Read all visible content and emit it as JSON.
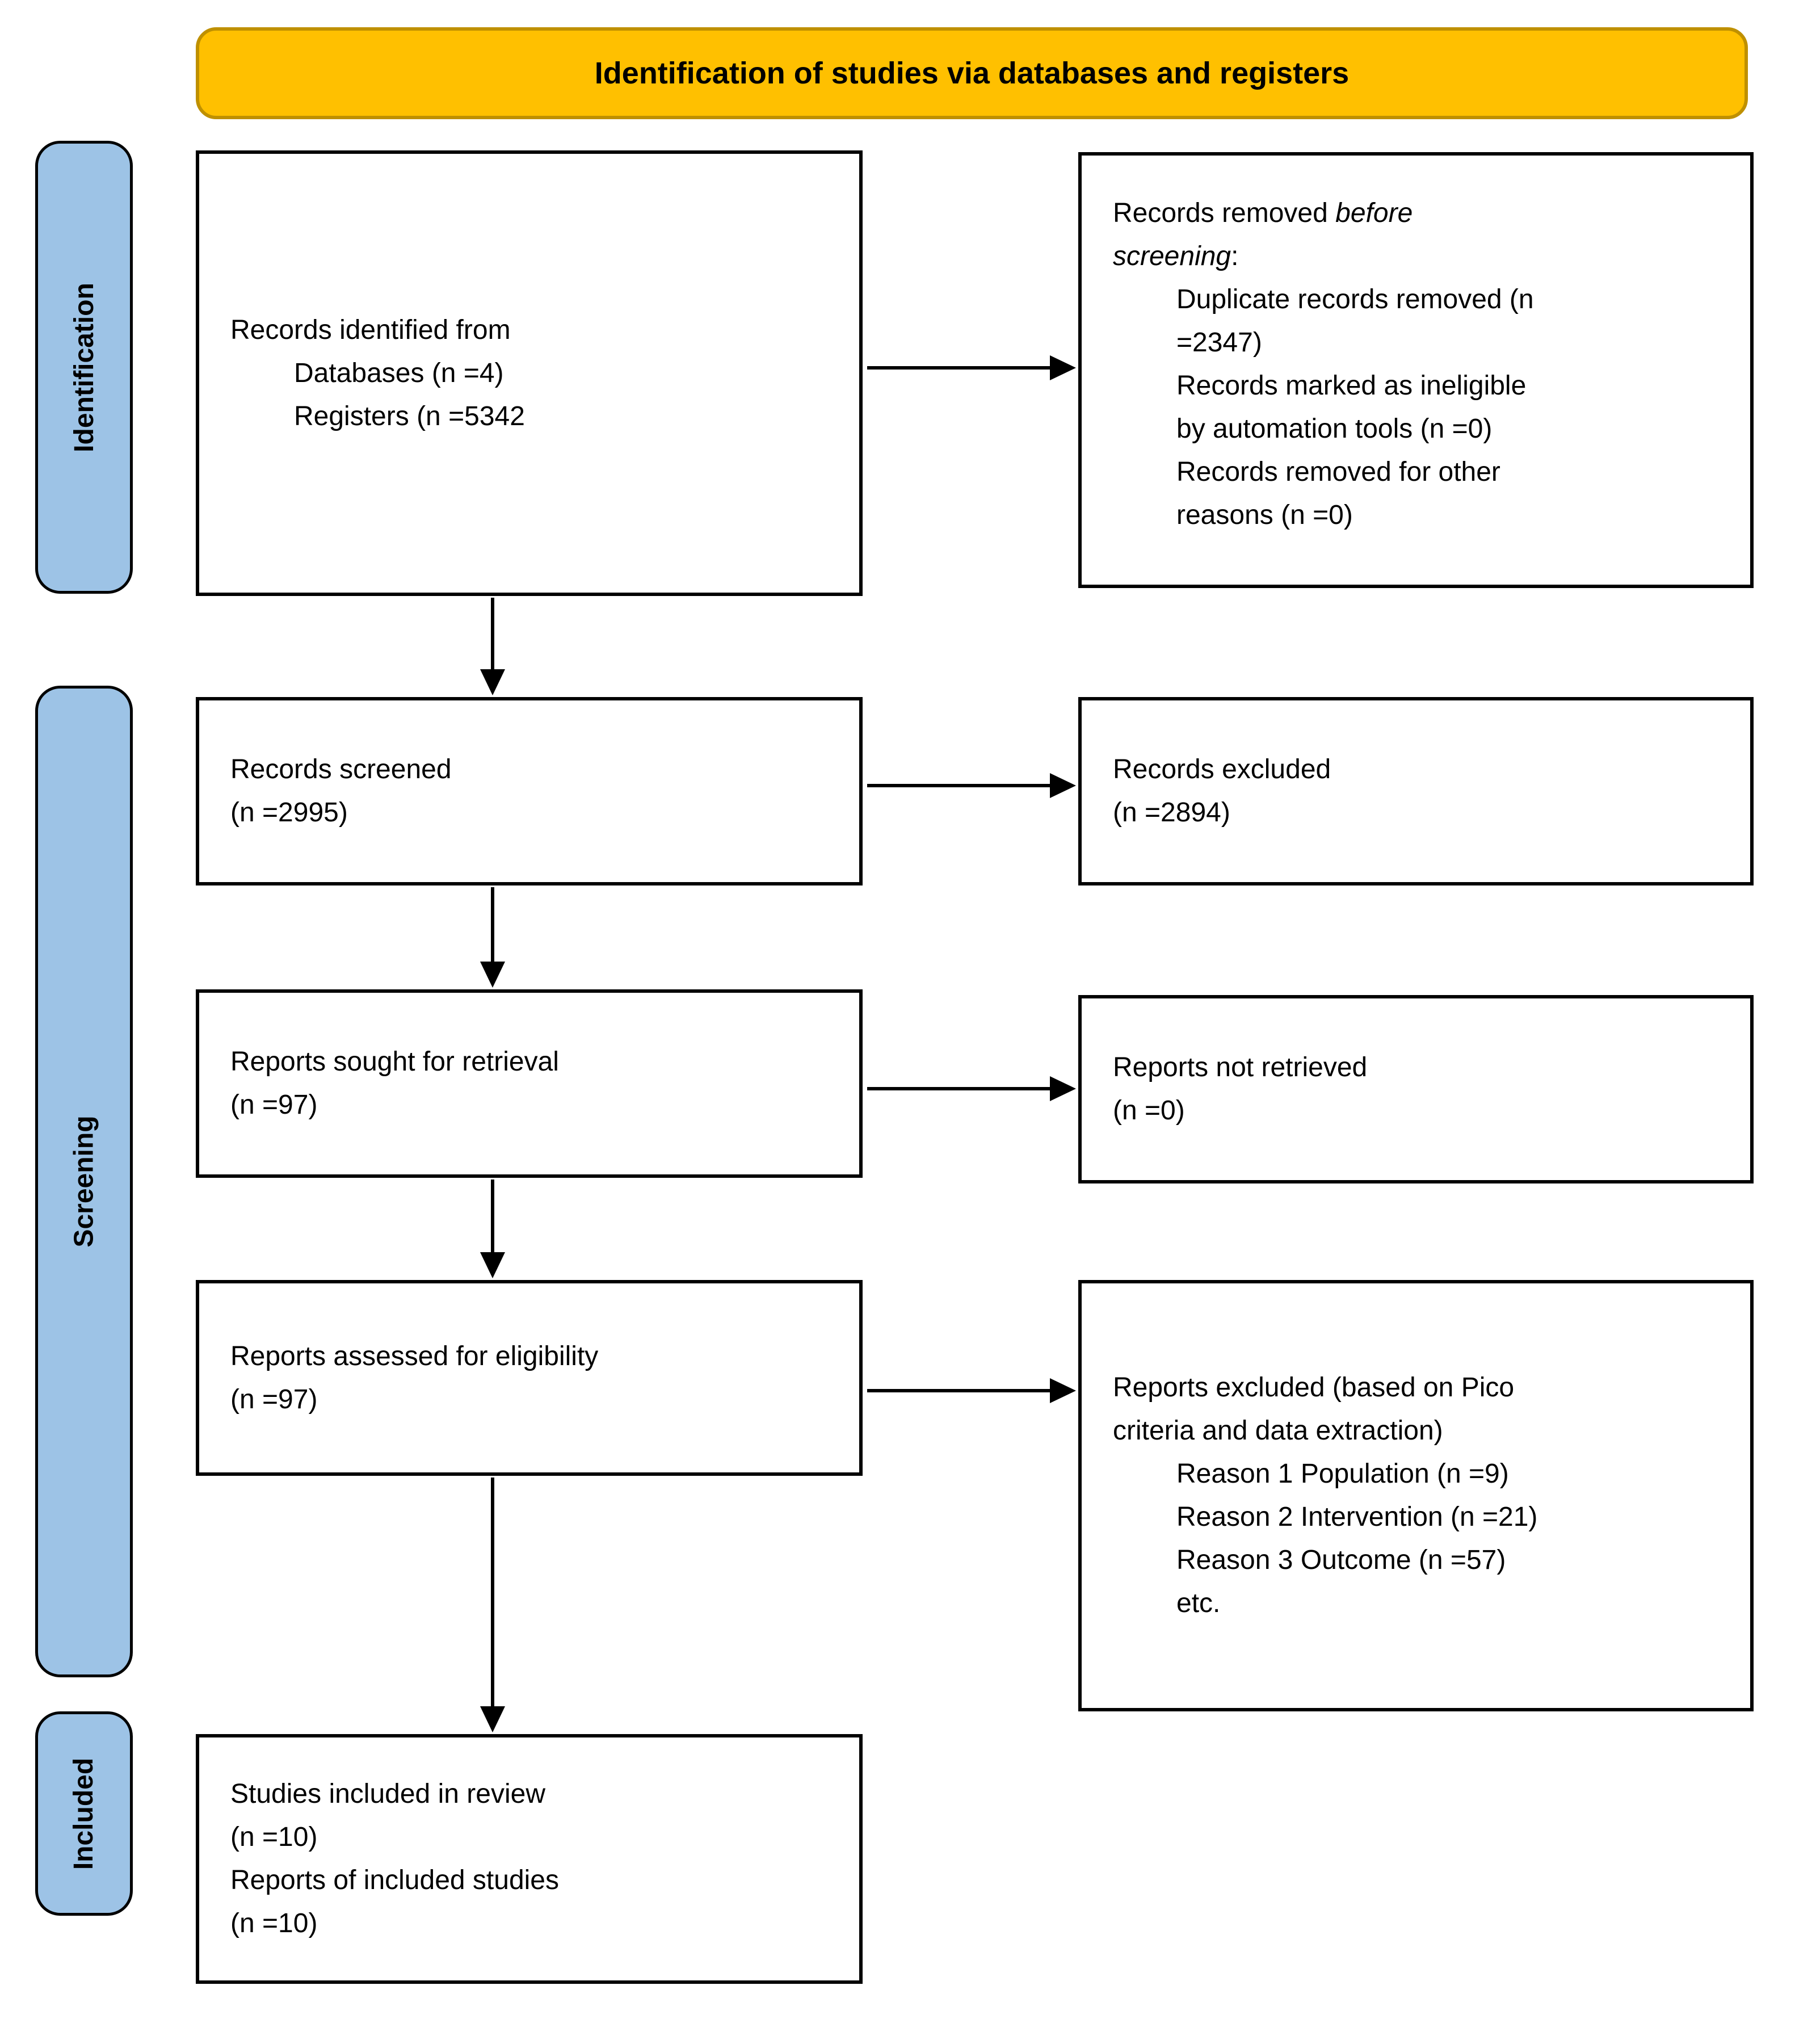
{
  "banner": {
    "title": "Identification of studies via databases and registers"
  },
  "stages": {
    "identification": "Identification",
    "screening": "Screening",
    "included": "Included"
  },
  "boxes": {
    "records_identified": {
      "lines": [
        "Records identified from",
        {
          "text": "Databases (n =4)",
          "indent": 1
        },
        {
          "text": "Registers (n =5342",
          "indent": 1
        }
      ]
    },
    "records_removed": {
      "lines": [
        {
          "segments": [
            {
              "t": "Records removed "
            },
            {
              "t": "before",
              "italic": true
            }
          ]
        },
        {
          "segments": [
            {
              "t": "screening",
              "italic": true
            },
            {
              "t": ":"
            }
          ]
        },
        {
          "text": "Duplicate records removed (n",
          "indent": 1
        },
        {
          "text": "=2347)",
          "indent": 1
        },
        {
          "text": "Records marked as ineligible",
          "indent": 1
        },
        {
          "text": "by automation tools (n =0)",
          "indent": 1
        },
        {
          "text": "Records removed for other",
          "indent": 1
        },
        {
          "text": "reasons (n =0)",
          "indent": 1
        }
      ]
    },
    "records_screened": {
      "lines": [
        "Records screened",
        "(n =2995)"
      ]
    },
    "records_excluded": {
      "lines": [
        "Records excluded",
        "(n =2894)"
      ]
    },
    "reports_sought": {
      "lines": [
        "Reports sought for retrieval",
        "(n =97)"
      ]
    },
    "reports_not_retrieved": {
      "lines": [
        "Reports not retrieved",
        "(n =0)"
      ]
    },
    "reports_assessed": {
      "lines": [
        "Reports assessed for eligibility",
        "(n =97)"
      ]
    },
    "reports_excluded": {
      "lines": [
        "Reports excluded (based on Pico",
        "criteria and data extraction)",
        {
          "text": "Reason 1 Population (n =9)",
          "indent": 1
        },
        {
          "text": "Reason 2 Intervention (n =21)",
          "indent": 1
        },
        {
          "text": "Reason 3 Outcome (n =57)",
          "indent": 1
        },
        {
          "text": "etc.",
          "indent": 1
        }
      ]
    },
    "studies_included": {
      "lines": [
        "Studies included in review",
        "(n =10)",
        "Reports of included studies",
        "(n =10)"
      ]
    }
  },
  "colors": {
    "banner_fill": "#FFC000",
    "banner_border": "#BF9000",
    "stage_fill": "#9DC3E6",
    "line_color": "#000000"
  }
}
